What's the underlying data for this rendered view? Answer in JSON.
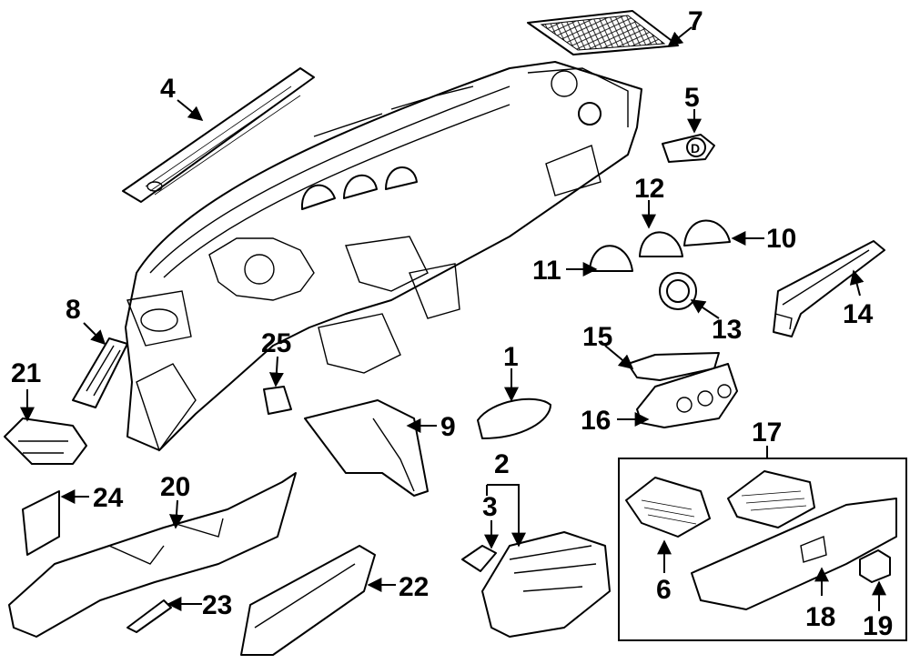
{
  "diagram": {
    "type": "exploded-parts-diagram",
    "callouts": [
      {
        "id": "c1",
        "label": "1"
      },
      {
        "id": "c2",
        "label": "2"
      },
      {
        "id": "c3",
        "label": "3"
      },
      {
        "id": "c4",
        "label": "4"
      },
      {
        "id": "c5",
        "label": "5"
      },
      {
        "id": "c6",
        "label": "6"
      },
      {
        "id": "c7",
        "label": "7"
      },
      {
        "id": "c8",
        "label": "8"
      },
      {
        "id": "c9",
        "label": "9"
      },
      {
        "id": "c10",
        "label": "10"
      },
      {
        "id": "c11",
        "label": "11"
      },
      {
        "id": "c12",
        "label": "12"
      },
      {
        "id": "c13",
        "label": "13"
      },
      {
        "id": "c14",
        "label": "14"
      },
      {
        "id": "c15",
        "label": "15"
      },
      {
        "id": "c16",
        "label": "16"
      },
      {
        "id": "c17",
        "label": "17"
      },
      {
        "id": "c18",
        "label": "18"
      },
      {
        "id": "c19",
        "label": "19"
      },
      {
        "id": "c20",
        "label": "20"
      },
      {
        "id": "c21",
        "label": "21"
      },
      {
        "id": "c22",
        "label": "22"
      },
      {
        "id": "c23",
        "label": "23"
      },
      {
        "id": "c24",
        "label": "24"
      },
      {
        "id": "c25",
        "label": "25"
      }
    ],
    "part_c5_marking": "D"
  },
  "colors": {
    "line": "#000000",
    "background": "#ffffff"
  }
}
